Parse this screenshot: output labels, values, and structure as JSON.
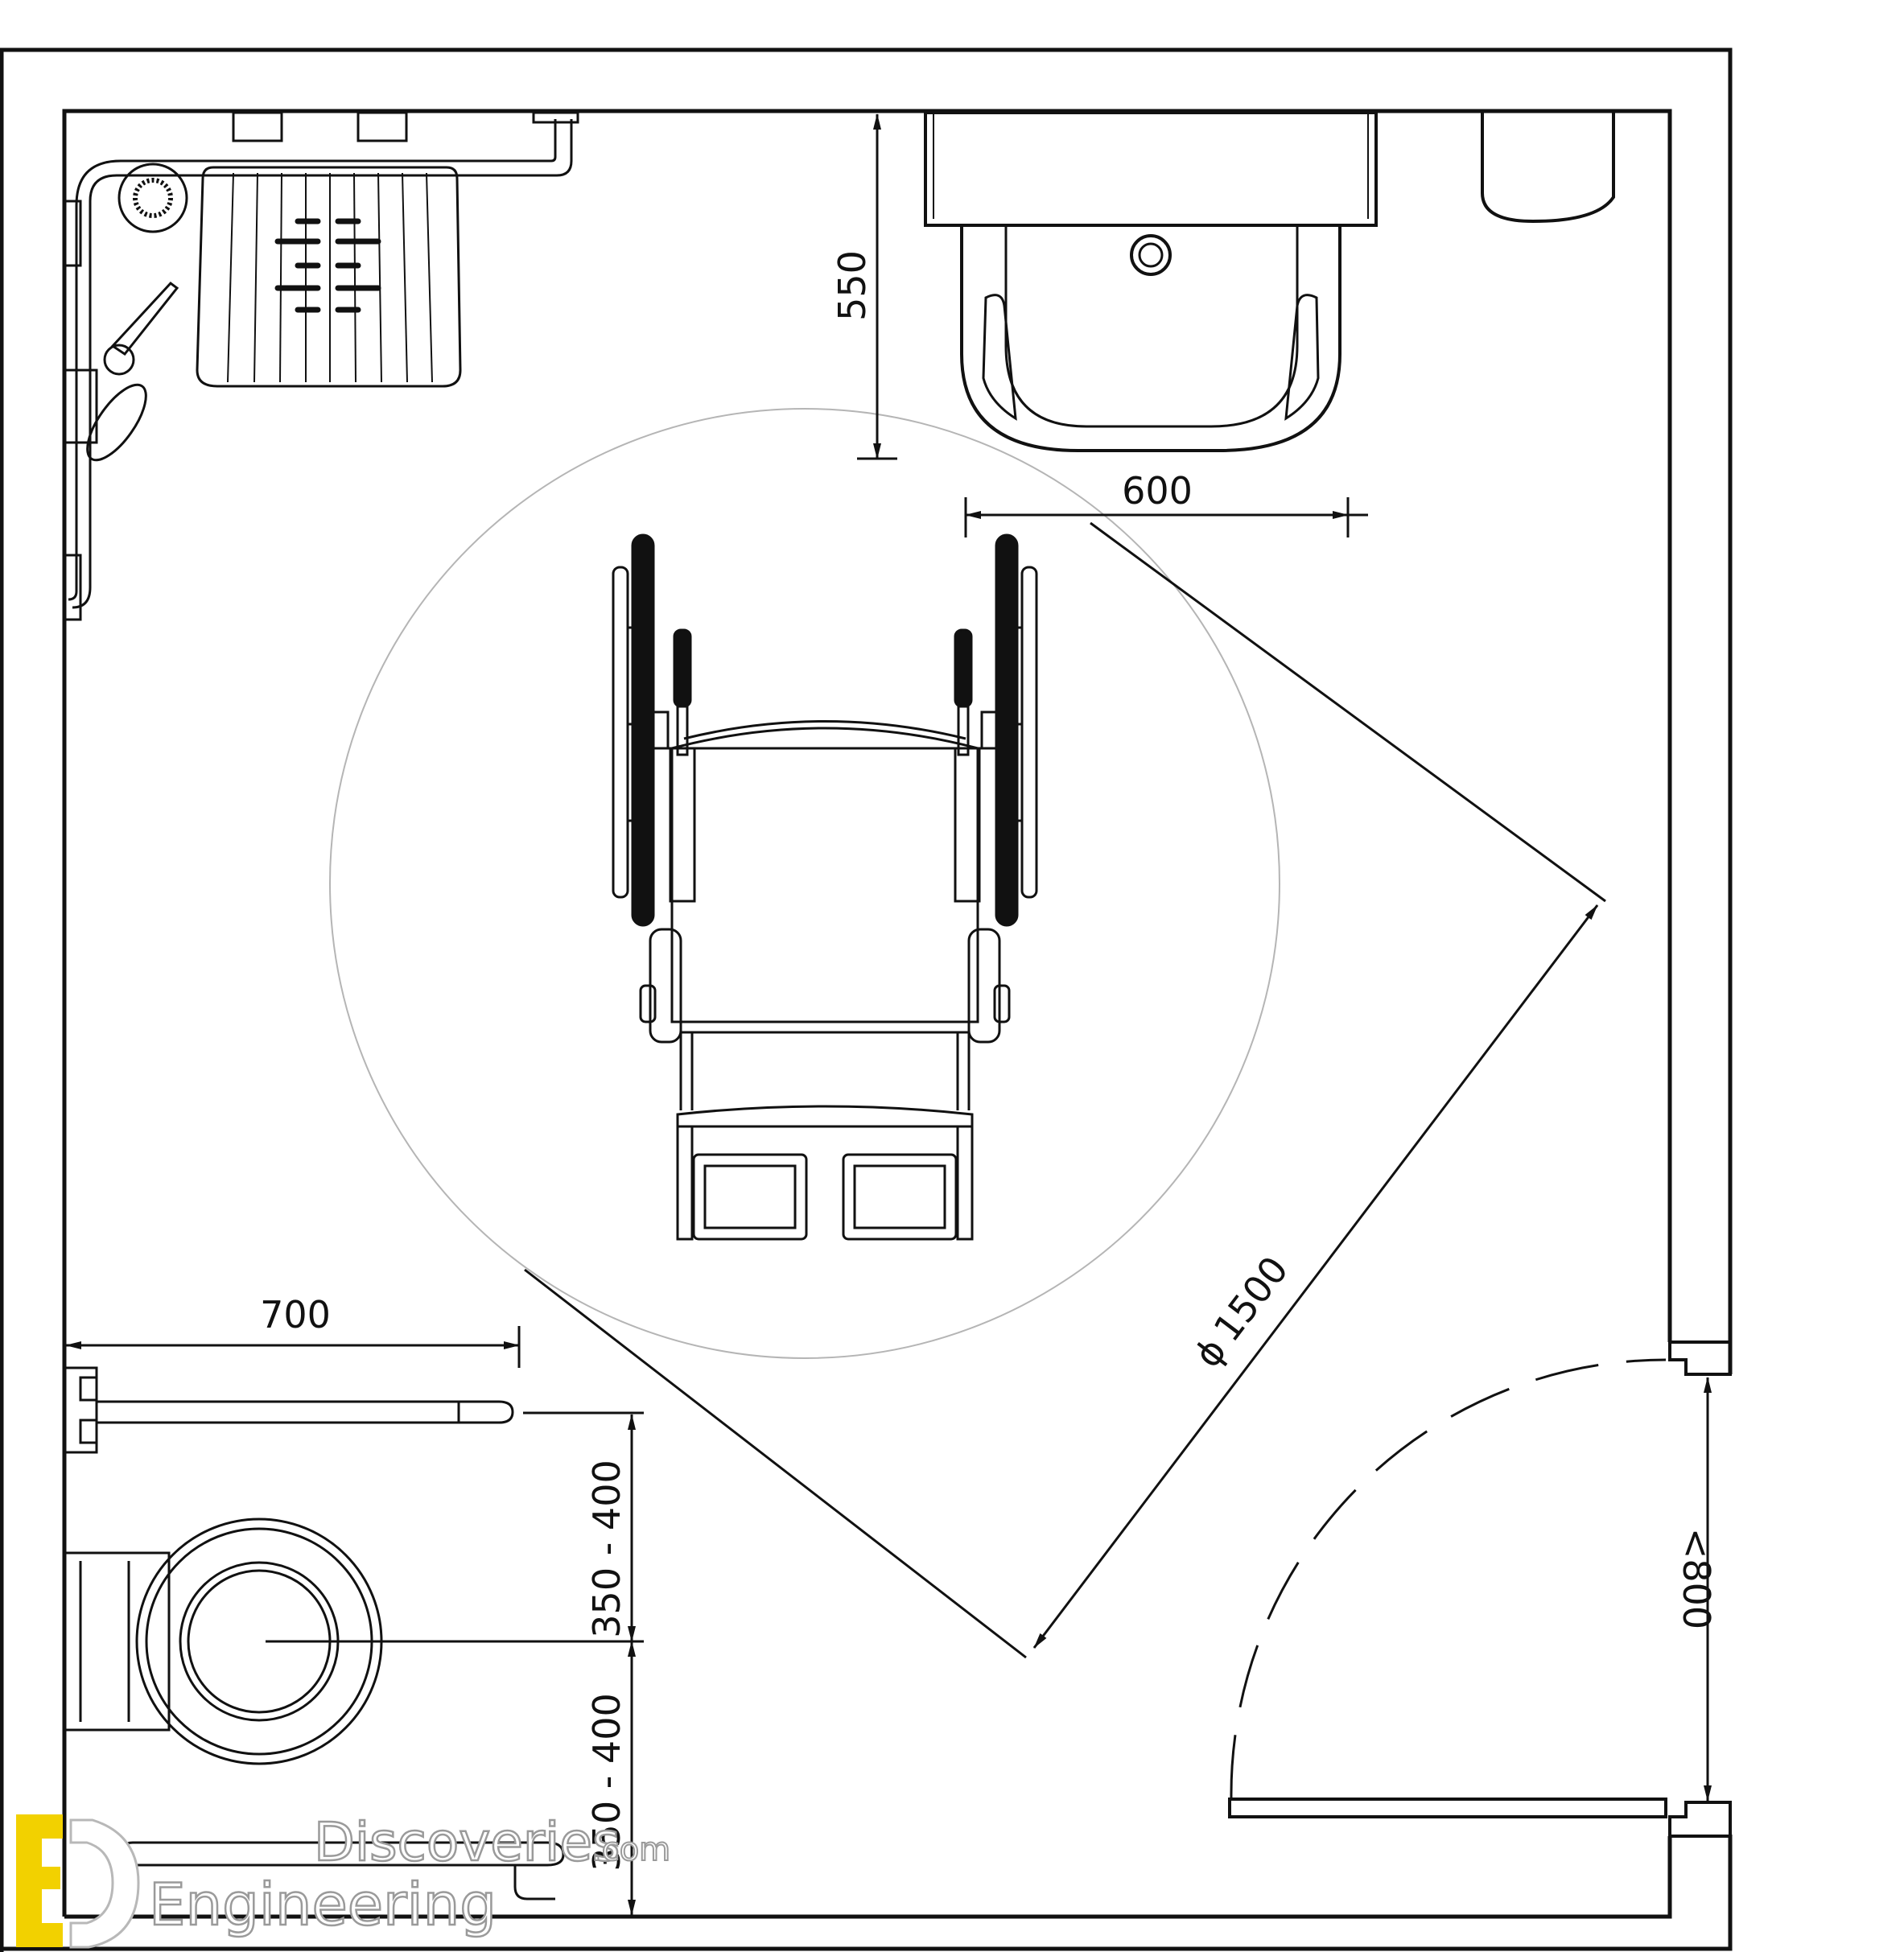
{
  "dimensions": {
    "basin_projection": "550",
    "basin_width": "600",
    "turning_circle": "1500",
    "diameter_symbol": "ϕ",
    "grab_rail_length": "700",
    "rail_to_wc_center": "350 - 400",
    "wc_center_lower": "350 - 400",
    "door_width": "<800"
  },
  "watermark": {
    "top": "Discoveries",
    "suffix": ".com",
    "bottom": "Engineering",
    "logo_color": "#f2d100"
  },
  "colors": {
    "line": "#111111",
    "circle": "#b5b5b5",
    "wheel": "#111111"
  }
}
